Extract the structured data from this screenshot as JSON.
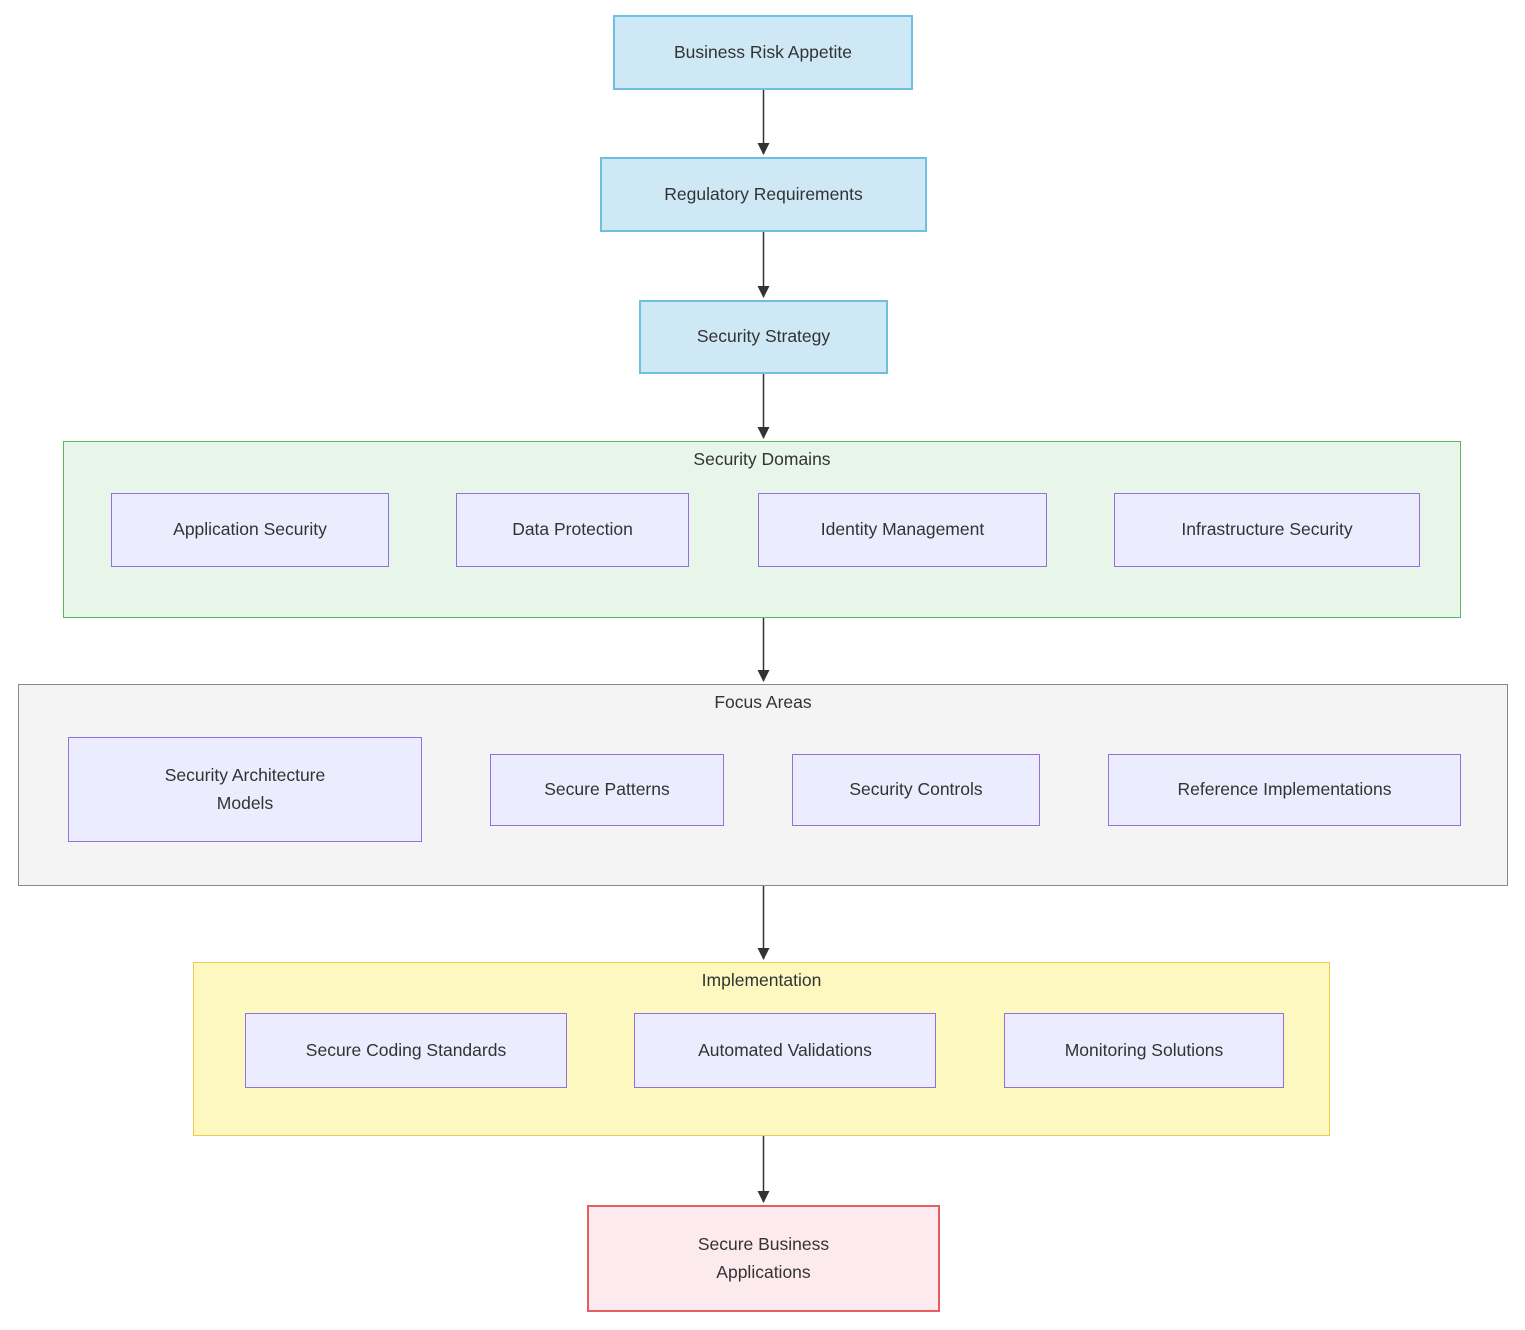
{
  "theme": {
    "canvas-bg": "#ffffff",
    "text-color": "#333333",
    "edge-color": "#333333",
    "blue-fill": "#cfe8f6",
    "blue-stroke": "#6fbfe0",
    "lavender-fill": "#ECECFF",
    "lavender-stroke": "#9370DB",
    "green-fill": "#e8f5e9",
    "green-stroke": "#5cb85c",
    "gray-fill": "#f4f4f4",
    "gray-stroke": "#888888",
    "yellow-fill": "#fdf7c0",
    "yellow-stroke": "#eecb4e",
    "pink-fill": "#fdeaee",
    "pink-stroke": "#e85d5f"
  },
  "diagram": {
    "nodes": {
      "business_risk_appetite": "Business Risk Appetite",
      "regulatory_requirements": "Regulatory Requirements",
      "security_strategy": "Security Strategy",
      "application_security": "Application Security",
      "data_protection": "Data Protection",
      "identity_management": "Identity Management",
      "infrastructure_security": "Infrastructure Security",
      "security_architecture_models": "Security Architecture\nModels",
      "secure_patterns": "Secure Patterns",
      "security_controls": "Security Controls",
      "reference_implementations": "Reference Implementations",
      "secure_coding_standards": "Secure Coding Standards",
      "automated_validations": "Automated Validations",
      "monitoring_solutions": "Monitoring Solutions",
      "secure_business_applications": "Secure Business\nApplications"
    },
    "clusters": {
      "security_domains": "Security Domains",
      "focus_areas": "Focus Areas",
      "implementation": "Implementation"
    }
  }
}
